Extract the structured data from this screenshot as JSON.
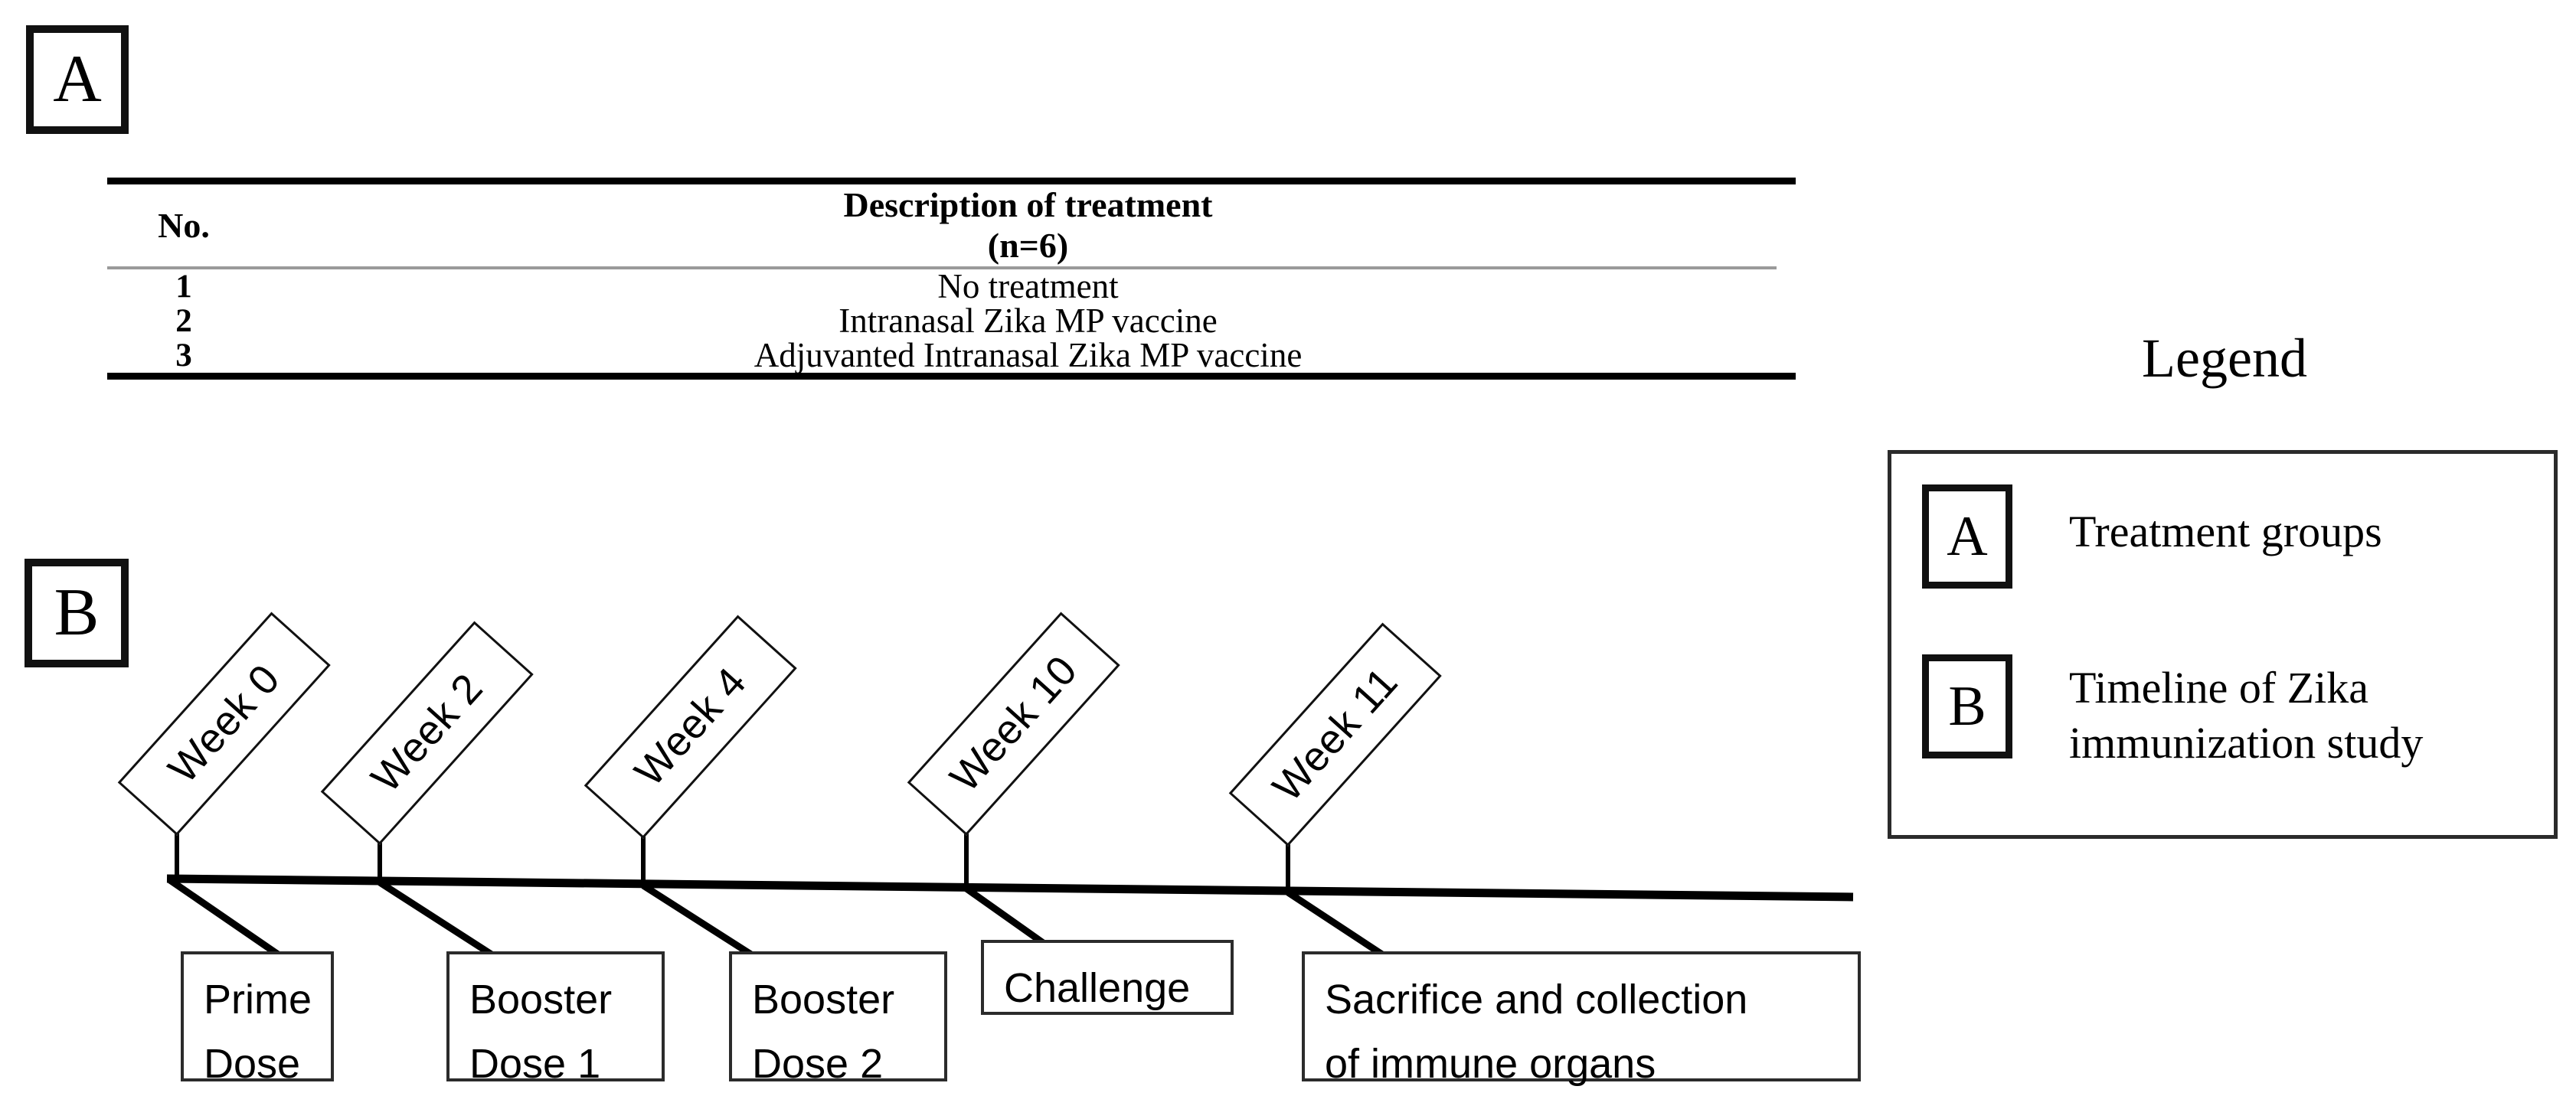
{
  "panels": {
    "a_label": "A",
    "b_label": "B"
  },
  "treatment_table": {
    "headers": {
      "no": "No.",
      "description_line1": "Description of treatment",
      "description_line2": "(n=6)"
    },
    "rows": [
      {
        "no": "1",
        "description": "No treatment"
      },
      {
        "no": "2",
        "description": "Intranasal Zika MP vaccine"
      },
      {
        "no": "3",
        "description": "Adjuvanted Intranasal Zika MP vaccine"
      }
    ]
  },
  "legend": {
    "title": "Legend",
    "entries": [
      {
        "badge": "A",
        "text": "Treatment groups"
      },
      {
        "badge": "B",
        "text": "Timeline of Zika\nimmunization study"
      }
    ]
  },
  "timeline": {
    "weeks": [
      {
        "label": "Week 0"
      },
      {
        "label": "Week 2"
      },
      {
        "label": "Week 4"
      },
      {
        "label": "Week 10"
      },
      {
        "label": "Week 11"
      }
    ],
    "events": [
      {
        "text": "Prime\nDose"
      },
      {
        "text": "Booster\nDose 1"
      },
      {
        "text": "Booster\nDose 2"
      },
      {
        "text": "Challenge"
      },
      {
        "text": "Sacrifice and collection\nof immune organs"
      }
    ]
  },
  "colors": {
    "ink": "#000000",
    "rule_light": "#9a9a9a",
    "box_stroke": "#2b2b2b",
    "background": "#ffffff"
  }
}
